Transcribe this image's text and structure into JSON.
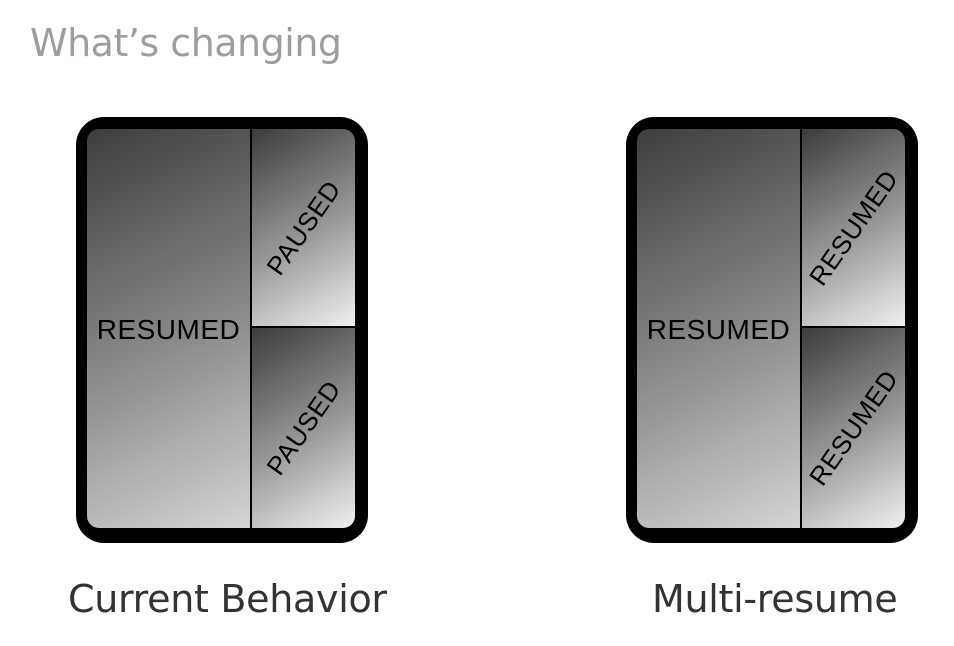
{
  "heading": "What’s changing",
  "diagrams": [
    {
      "main_label": "RESUMED",
      "top_label": "PAUSED",
      "bottom_label": "PAUSED",
      "caption": "Current Behavior"
    },
    {
      "main_label": "RESUMED",
      "top_label": "RESUMED",
      "bottom_label": "RESUMED",
      "caption": "Multi-resume"
    }
  ]
}
